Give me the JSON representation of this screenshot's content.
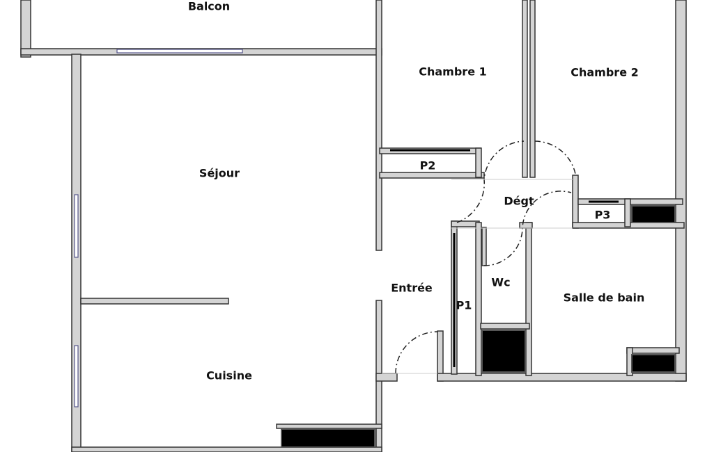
{
  "rooms": {
    "balcon": "Balcon",
    "chambre1": "Chambre 1",
    "chambre2": "Chambre 2",
    "sejour": "Séjour",
    "p2": "P2",
    "degt": "Dégt",
    "p3": "P3",
    "entree": "Entrée",
    "wc": "Wc",
    "p1": "P1",
    "salle_de_bain": "Salle de bain",
    "cuisine": "Cuisine"
  }
}
